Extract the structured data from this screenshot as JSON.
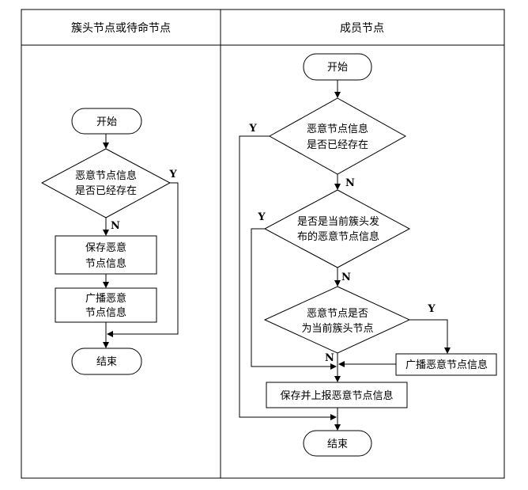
{
  "left_lane": {
    "header": "簇头节点或待命节点",
    "start": "开始",
    "decision_line1": "恶意节点信息",
    "decision_line2": "是否已经存在",
    "yes": "Y",
    "no": "N",
    "save_line1": "保存恶意",
    "save_line2": "节点信息",
    "broadcast_line1": "广播恶意",
    "broadcast_line2": "节点信息",
    "end": "结束"
  },
  "right_lane": {
    "header": "成员节点",
    "start": "开始",
    "decision1_line1": "恶意节点信息",
    "decision1_line2": "是否已经存在",
    "decision1_yes": "Y",
    "decision1_no": "N",
    "decision2_line1": "是否是当前簇头发",
    "decision2_line2": "布的恶意节点信息",
    "decision2_yes": "Y",
    "decision2_no": "N",
    "decision3_line1": "恶意节点是否",
    "decision3_line2": "为当前簇头节点",
    "decision3_yes": "Y",
    "decision3_no": "N",
    "broadcast": "广播恶意节点信息",
    "save_report": "保存并上报恶意节点信息",
    "end": "结束"
  }
}
